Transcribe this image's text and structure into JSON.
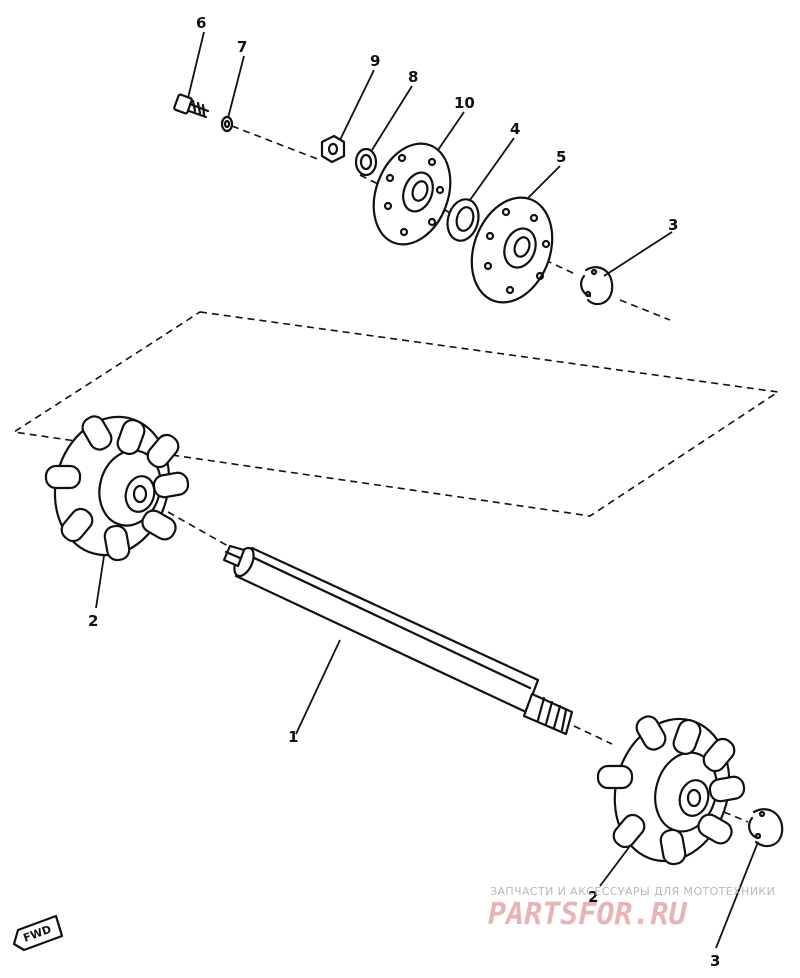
{
  "callouts": {
    "bolt": "6",
    "washer": "7",
    "nut": "9",
    "lock_washer": "8",
    "flange": "10",
    "bearing": "4",
    "plate": "5",
    "circlip_upper": "3",
    "sprocket_left": "2",
    "shaft": "1",
    "sprocket_right": "2",
    "circlip_lower": "3"
  },
  "direction_badge": "FWD",
  "watermark": {
    "tagline": "ЗАПЧАСТИ И АКСЕССУАРЫ ДЛЯ МОТОТЕХНИКИ",
    "logo": "PARTSFOR.RU"
  },
  "colors": {
    "ink": "#111111",
    "watermark_logo": "#e8b3b3",
    "watermark_text": "#b9b9b9"
  }
}
